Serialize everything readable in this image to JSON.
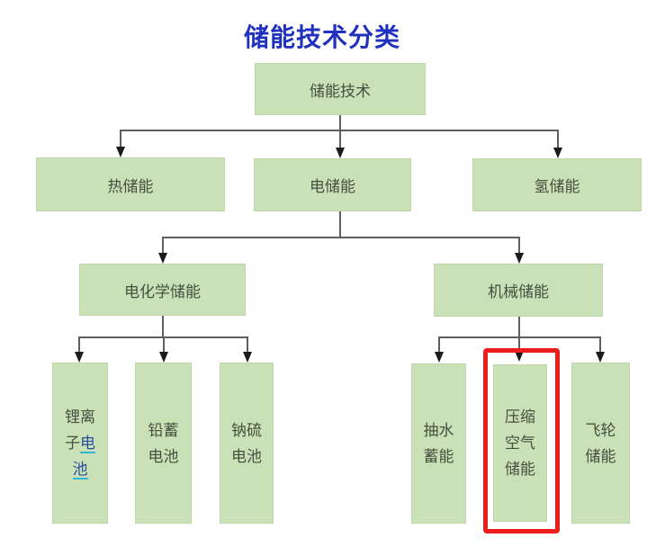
{
  "title": {
    "text": "储能技术分类"
  },
  "colors": {
    "title_blue": "#2031bd",
    "box_fill": "#cae1b8",
    "box_text": "#44503f",
    "connector_gray": "#5f5f5f",
    "arrowhead_black": "#1b1b1b",
    "highlight_red": "#ee1d1d",
    "link_blue": "#2a4f9e",
    "link_underline_cyan": "#35b4d3"
  },
  "nodes": {
    "root": {
      "label": "储能技术"
    },
    "thermal": {
      "label": "热储能"
    },
    "electrical": {
      "label": "电储能"
    },
    "hydrogen": {
      "label": "氢储能"
    },
    "electrochemical": {
      "label": "电化学储能"
    },
    "mechanical": {
      "label": "机械储能"
    },
    "lithium_ion": {
      "prefix": "锂离子",
      "link": "电池"
    },
    "lead_acid": {
      "label": "铅蓄电池"
    },
    "sodium_sulfur": {
      "label": "钠硫电池"
    },
    "pumped_hydro": {
      "label": "抽水蓄能"
    },
    "compressed_air": {
      "label": "压缩空气储能",
      "highlighted": "true"
    },
    "flywheel": {
      "label": "飞轮储能"
    }
  }
}
